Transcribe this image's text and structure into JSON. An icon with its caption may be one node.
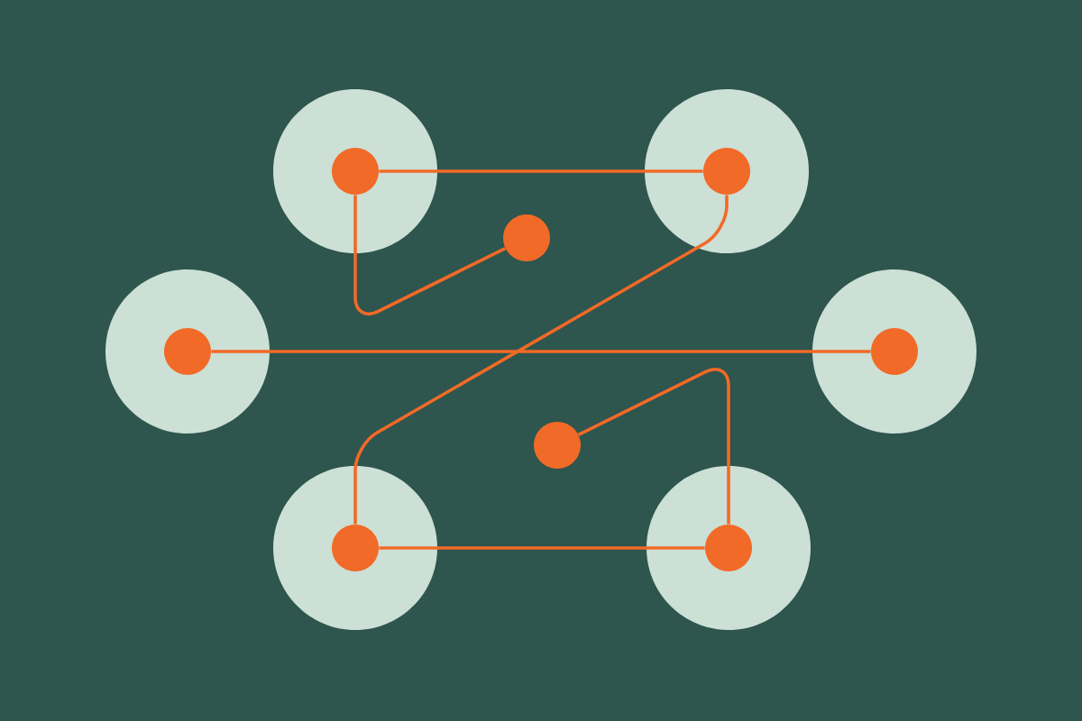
{
  "diagram": {
    "nodes": [
      {
        "text": [],
        "shape": "circle"
      },
      {
        "text": [],
        "shape": "circle",
        "in": 0
      },
      {
        "text": [],
        "shape": "circle"
      },
      {
        "text": [],
        "shape": "circle",
        "in": 2
      },
      {
        "text": [],
        "shape": "circle"
      },
      {
        "text": [],
        "shape": "circle"
      },
      {
        "text": [],
        "shape": "circle",
        "in": 5
      },
      {
        "text": [],
        "shape": "circle"
      },
      {
        "text": [],
        "shape": "circle",
        "in": 7
      },
      {
        "text": [],
        "shape": "circle"
      },
      {
        "text": [],
        "shape": "circle"
      },
      {
        "text": [],
        "shape": "circle",
        "in": 10
      },
      {
        "text": [],
        "shape": "circle"
      },
      {
        "text": [],
        "shape": "circle",
        "in": 12
      }
    ],
    "edges": [
      {
        "from": 1,
        "to": 3,
        "arrow": "none"
      },
      {
        "from": 1,
        "to": 4,
        "arrow": "none"
      },
      {
        "from": 3,
        "to": 11,
        "arrow": "none"
      },
      {
        "from": 6,
        "to": 8,
        "arrow": "none"
      },
      {
        "from": 9,
        "to": 13,
        "arrow": "none"
      },
      {
        "from": 11,
        "to": 13,
        "arrow": "none"
      }
    ]
  }
}
